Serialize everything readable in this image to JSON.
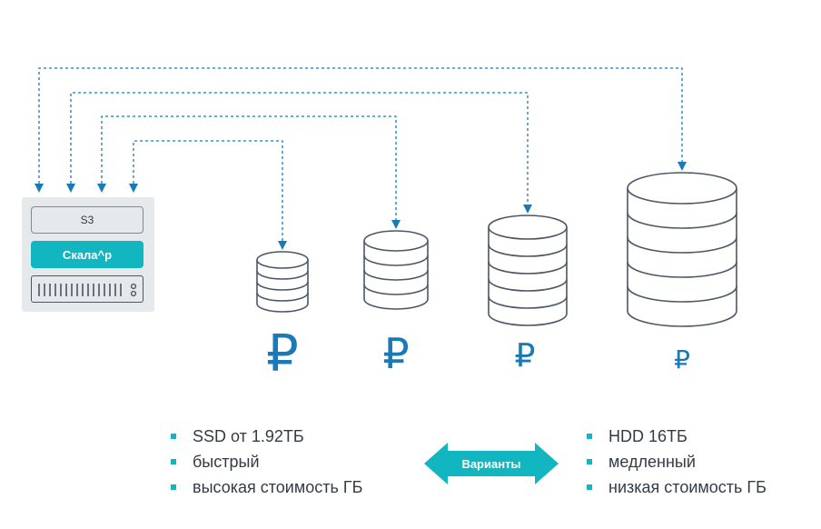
{
  "server": {
    "s3_label": "S3",
    "skala_label": "Скала^р"
  },
  "storage_tiers": [
    {
      "currency": "₽"
    },
    {
      "currency": "₽"
    },
    {
      "currency": "₽"
    },
    {
      "currency": "₽"
    }
  ],
  "left_features": [
    "SSD от 1.92ТБ",
    "быстрый",
    "высокая стоимость ГБ"
  ],
  "right_features": [
    "HDD 16ТБ",
    "медленный",
    "низкая стоимость ГБ"
  ],
  "variants_label": "Варианты",
  "colors": {
    "accent": "#12b6c0",
    "currency": "#1a7ab8",
    "arrows": "#1a7ab8",
    "lines": "#4a5866",
    "server_bg": "#e6e9ec"
  }
}
